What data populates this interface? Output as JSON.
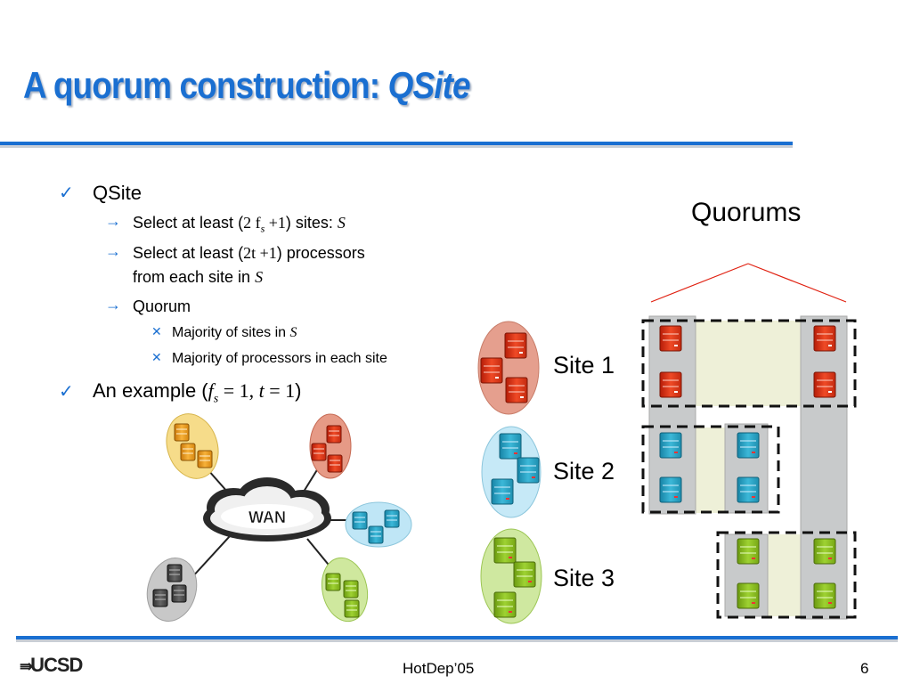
{
  "title": {
    "main": "A quorum construction: ",
    "italic": "QSite"
  },
  "bullets": {
    "qsite": "QSite",
    "select_sites": {
      "a": "Select at least (",
      "expr": "2 f",
      "sub": "s",
      "expr2": " +1",
      "b": ") sites: ",
      "var": "S"
    },
    "select_procs": {
      "a": "Select at least (",
      "expr": "2t +1",
      "b": ") processors",
      "line2": "from each site in ",
      "var": "S"
    },
    "quorum": "Quorum",
    "majority_sites": {
      "a": "Majority of sites in ",
      "var": "S"
    },
    "majority_procs": "Majority of processors in each site",
    "example": {
      "a": "An example (",
      "f": "f",
      "sub": "s",
      "eq1": " = 1, ",
      "t": "t",
      "eq2": " = 1",
      "b": ")"
    }
  },
  "diagram": {
    "wan_label": "WAN",
    "sites": [
      "Site 1",
      "Site 2",
      "Site 3"
    ],
    "quorums_label": "Quorums"
  },
  "colors": {
    "accent": "#1a6fd1",
    "site1": "#e53a1e",
    "site2": "#2ba8c8",
    "site3": "#8cc21c",
    "orange": "#f2a21c",
    "gray": "#555555"
  },
  "footer": {
    "center": "HotDep’05",
    "page": "6",
    "logo": "UCSD"
  }
}
